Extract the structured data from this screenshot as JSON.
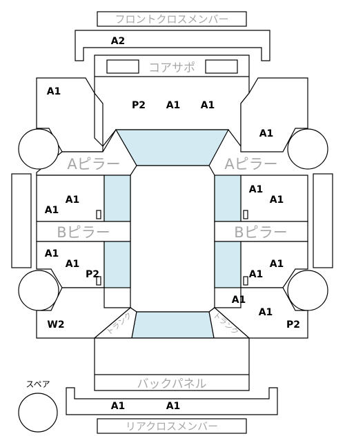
{
  "labels": {
    "front_cross_member": "フロントクロスメンバー",
    "core_support": "コアサポ",
    "a_pillar": "Aピラー",
    "b_pillar": "Bピラー",
    "back_panel": "バックパネル",
    "rear_cross_member": "リアクロスメンバー",
    "spare": "スペア",
    "trunk": "トランク"
  },
  "codes": {
    "front_cross_member": "A2",
    "core_support": [
      "P2",
      "A1",
      "A1"
    ],
    "front_left_fender": "A1",
    "front_right_fender": "A1",
    "front_left_door": [
      "A1",
      "A1"
    ],
    "front_right_door": [
      "A1",
      "A1"
    ],
    "rear_left_door": [
      "A1",
      "A1"
    ],
    "rear_left_door_tag": "P2",
    "rear_right_door": [
      "A1",
      "A1"
    ],
    "rear_left_quarter": "W2",
    "rear_right_quarter": [
      "A1",
      "A1",
      "P2"
    ],
    "rear_cross_member": [
      "A1",
      "A1"
    ]
  },
  "colors": {
    "glass": "#d4eaf2",
    "line": "#000000",
    "label_grey": "#a6a6a6"
  }
}
